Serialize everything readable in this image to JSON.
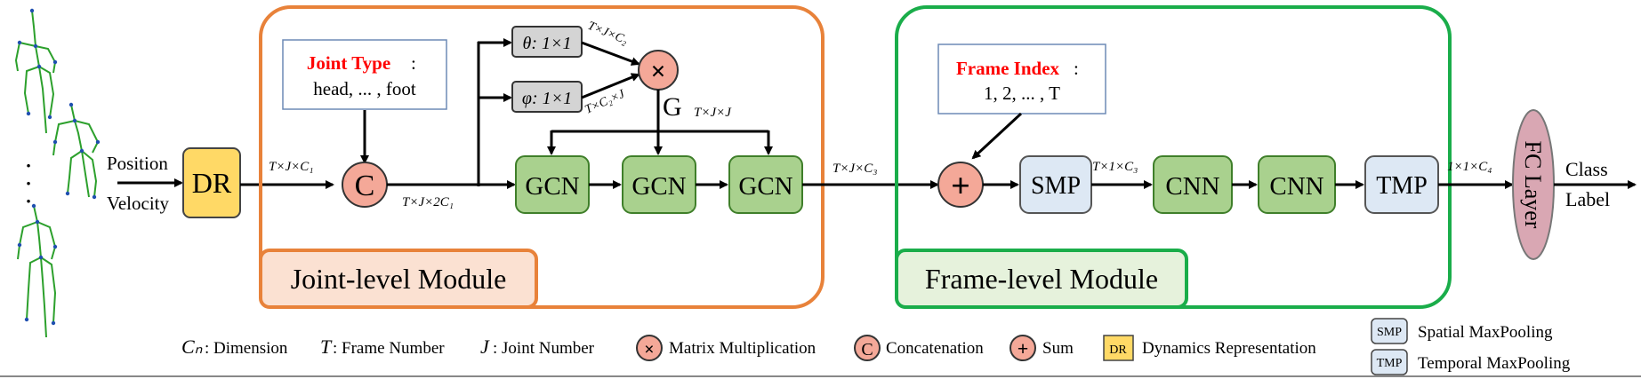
{
  "inputs": {
    "position": "Position",
    "velocity": "Velocity",
    "ellipsis": "⋮"
  },
  "dr": {
    "label": "DR"
  },
  "joint_type": {
    "title": "Joint Type",
    "colon": ":",
    "values": "head, ... , foot"
  },
  "concat": {
    "symbol": "C"
  },
  "theta": {
    "label": "θ: 1×1"
  },
  "phi": {
    "label": "φ: 1×1"
  },
  "matmul": {
    "symbol": "×"
  },
  "g": {
    "label": "G",
    "sub": "T×J×J"
  },
  "gcn": [
    "GCN",
    "GCN",
    "GCN"
  ],
  "dims": {
    "d1": "T×J×C₁",
    "d2": "T×J×2C₁",
    "d3": "T×J×C₂",
    "d4": "T×C₂×J",
    "d5": "T×J×C₃",
    "d6": "T×1×C₃",
    "d7": "1×1×C₄"
  },
  "joint_module": {
    "title": "Joint-level Module"
  },
  "frame_index": {
    "title": "Frame Index",
    "colon": ":",
    "values": "1, 2, ... , T"
  },
  "sum": {
    "symbol": "+"
  },
  "smp": {
    "label": "SMP"
  },
  "cnn": [
    "CNN",
    "CNN"
  ],
  "tmp": {
    "label": "TMP"
  },
  "frame_module": {
    "title": "Frame-level Module"
  },
  "fc": {
    "label": "FC Layer"
  },
  "output": {
    "line1": "Class",
    "line2": "Label"
  },
  "legend": {
    "dimension": {
      "sym": "Cₙ",
      "text": ": Dimension"
    },
    "frame_number": {
      "sym": "T",
      "text": ": Frame Number"
    },
    "joint_number": {
      "sym": "J",
      "text": ": Joint Number"
    },
    "matmul": {
      "text": "Matrix Multiplication"
    },
    "concat": {
      "text": "Concatenation"
    },
    "sum": {
      "text": "Sum"
    },
    "dr": {
      "box": "DR",
      "text": "Dynamics Representation"
    },
    "smp": {
      "box": "SMP",
      "text": "Spatial MaxPooling"
    },
    "tmp": {
      "box": "TMP",
      "text": "Temporal MaxPooling"
    }
  },
  "colors": {
    "orange_border": "#e8823a",
    "orange_fill": "#fbe1d2",
    "green_border": "#1aad4a",
    "green_fill": "#e6f2dc",
    "gcn_fill": "#a9d18e",
    "gcn_border": "#3f7f2a",
    "dr_fill": "#ffd966",
    "pink_fill": "#f4a898",
    "smp_fill": "#dde8f4",
    "fc_fill": "#d9a7b3",
    "red_text": "#ff0000",
    "skeleton": "#2ca02c"
  }
}
